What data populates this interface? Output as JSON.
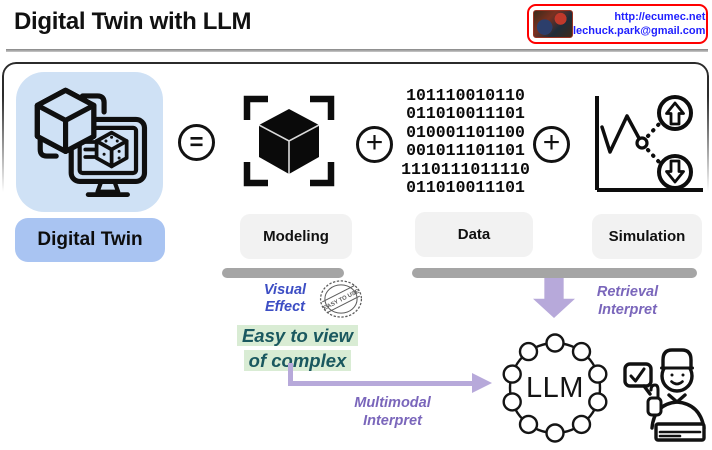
{
  "header": {
    "title": "Digital Twin with LLM",
    "contact": {
      "url": "http://ecumec.net",
      "email": "lechuck.park@gmail.com"
    }
  },
  "equation": {
    "equals_symbol": "=",
    "plus_symbol": "+"
  },
  "digital_twin": {
    "label": "Digital Twin"
  },
  "components": {
    "modeling": {
      "label": "Modeling"
    },
    "data": {
      "label": "Data",
      "binary_rows": [
        "101110010110",
        "011010011101",
        "010001101100",
        "001011101101",
        "1110111011110",
        "011010011101"
      ]
    },
    "simulation": {
      "label": "Simulation"
    }
  },
  "annotations": {
    "visual_effect": {
      "line1": "Visual",
      "line2": "Effect"
    },
    "stamp_text": "EASY TO USE",
    "easy_to_view": {
      "line1": "Easy to view",
      "line2": "of complex"
    },
    "retrieval": {
      "line1": "Retrieval",
      "line2": "Interpret"
    },
    "multimodal": {
      "line1": "Multimodal",
      "line2": "Interpret"
    }
  },
  "llm": {
    "label": "LLM"
  },
  "colors": {
    "icon_bg_blue": "#cfe1f5",
    "label_blue": "#a9c4f2",
    "label_gray": "#f2f2f2",
    "bar_gray": "#a5a5a5",
    "arrow_purple": "#b7a9da",
    "text_purple": "#7a66bb",
    "text_blue": "#3d4ec4",
    "text_teal": "#1a585f",
    "highlight_green": "#d9ecd4",
    "contact_border_red": "#ff0000",
    "contact_link_blue": "#1f1fff"
  }
}
